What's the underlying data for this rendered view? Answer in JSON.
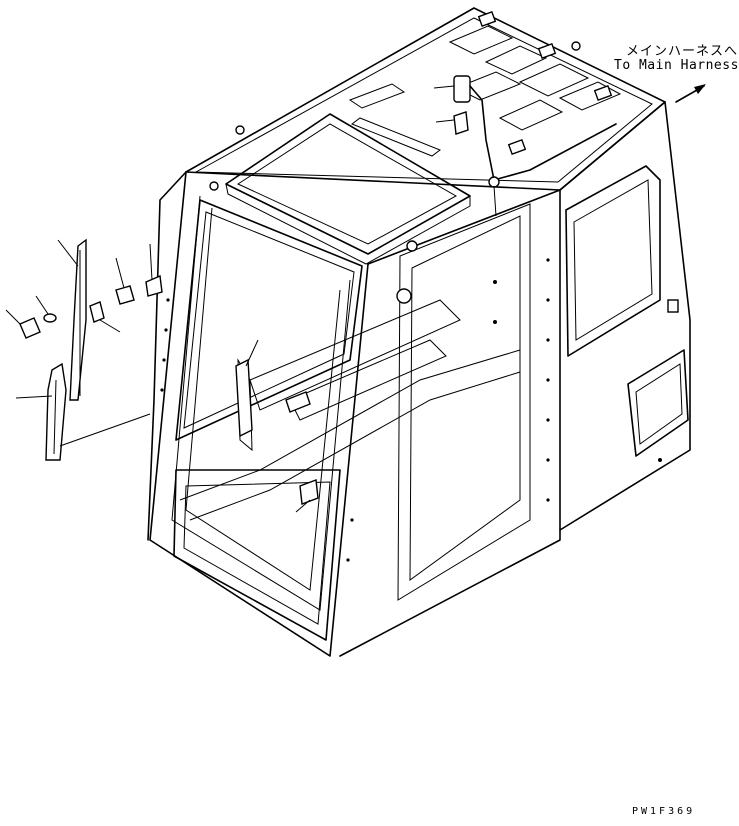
{
  "callouts": {
    "harness_jp": "メインハーネスへ",
    "harness_en": "To Main Harness"
  },
  "figure_code": "PW1F369"
}
